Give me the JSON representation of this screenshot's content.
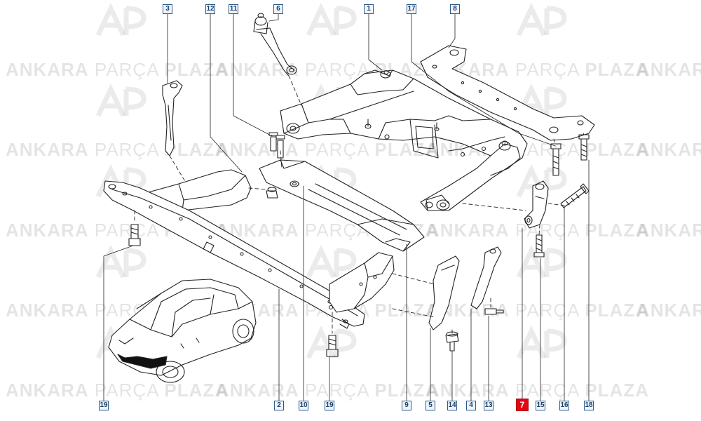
{
  "watermark": {
    "brand_bold_1": "ANKARA",
    "brand_light": "PARÇA",
    "brand_bold_2": "PLAZA",
    "brand_short": "ANKAR",
    "logo_mark": "AP"
  },
  "callouts": {
    "c1": "1",
    "c2": "2",
    "c3": "3",
    "c4": "4",
    "c5": "5",
    "c6": "6",
    "c7": "7",
    "c8": "8",
    "c9": "9",
    "c10": "10",
    "c11": "11",
    "c12": "12",
    "c13": "13",
    "c14": "14",
    "c15": "15",
    "c16": "16",
    "c17": "17",
    "c18": "18",
    "c19a": "19",
    "c19b": "19"
  },
  "selected_part": "7",
  "colors": {
    "line": "#222222",
    "callout_border": "#2a5d8f",
    "selected": "#e30613"
  }
}
